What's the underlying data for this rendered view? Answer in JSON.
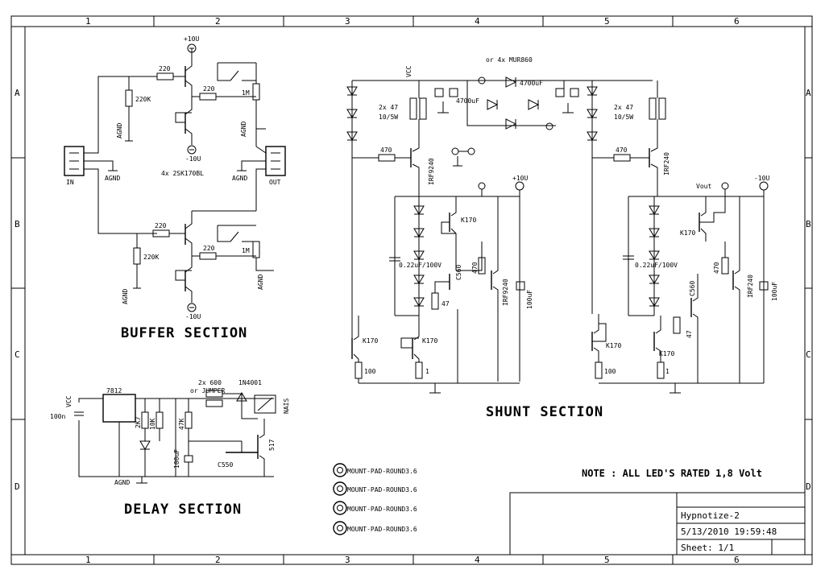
{
  "grid": {
    "cols": [
      "1",
      "2",
      "3",
      "4",
      "5",
      "6"
    ],
    "rows": [
      "A",
      "B",
      "C",
      "D"
    ]
  },
  "sections": {
    "buffer": "BUFFER SECTION",
    "shunt": "SHUNT SECTION",
    "delay": "DELAY SECTION"
  },
  "note": "NOTE : ALL LED'S RATED 1,8 Volt",
  "title_block": {
    "title": "Hypnotize-2",
    "date": "5/13/2010 19:59:48",
    "sheet": "Sheet: 1/1"
  },
  "mount_pads": [
    "MOUNT-PAD-ROUND3.6",
    "MOUNT-PAD-ROUND3.6",
    "MOUNT-PAD-ROUND3.6",
    "MOUNT-PAD-ROUND3.6"
  ],
  "labels": {
    "p10v": "+10U",
    "m10v": "-10U",
    "r220": "220",
    "r220k": "220K",
    "r1m": "1M",
    "agnd": "AGND",
    "in": "IN",
    "out": "OUT",
    "jfet": "4x 2SK170BL",
    "vcc": "VCC",
    "mur": "or 4x MUR860",
    "c4700": "4700uF",
    "r2x47": "2x 47",
    "r10w": "10/5W",
    "r470": "470",
    "irf9240": "IRF9240",
    "irf240": "IRF240",
    "k170": "K170",
    "c022": "0.22uF/100V",
    "c100": "100uF",
    "r100": "100",
    "r1": "1",
    "r47": "47",
    "r470b": "470",
    "c560": "C560",
    "vout": "Vout",
    "d7812": "7812",
    "c100n": "100n",
    "r2k7": "2K7",
    "r10k": "10K",
    "r47k": "47K",
    "r2x600": "2x 600",
    "or_jumper": "or JUMPER",
    "d1n4001": "1N4001",
    "nais": "NAIS",
    "c100uf": "100uF",
    "c550": "C550",
    "bd517": "517"
  }
}
